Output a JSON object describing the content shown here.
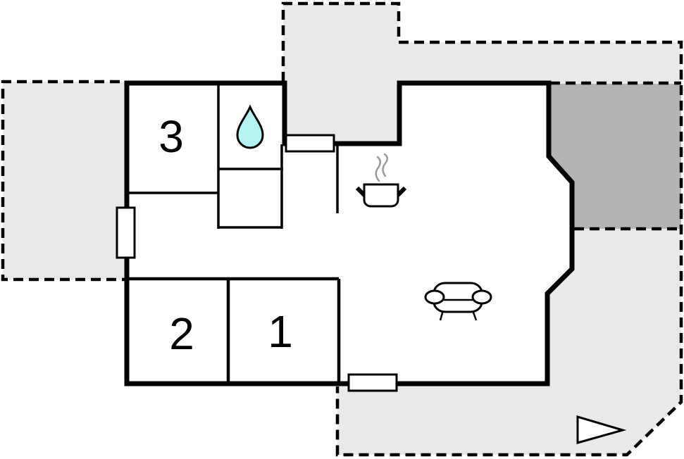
{
  "rooms": [
    {
      "label": "3"
    },
    {
      "label": "2"
    },
    {
      "label": "1"
    }
  ],
  "icons": {
    "bathroom": "water-drop-icon",
    "kitchen": "cooking-pot-icon",
    "living_room": "sofa-icon",
    "terrace": "direction-triangle-icon"
  },
  "colors": {
    "terrace_light": "#e9e9e9",
    "terrace_dark": "#b4b4b4",
    "water_drop": "#b5f2f2",
    "steam": "#9a9a9a",
    "wall": "#000000",
    "background": "#ffffff"
  }
}
